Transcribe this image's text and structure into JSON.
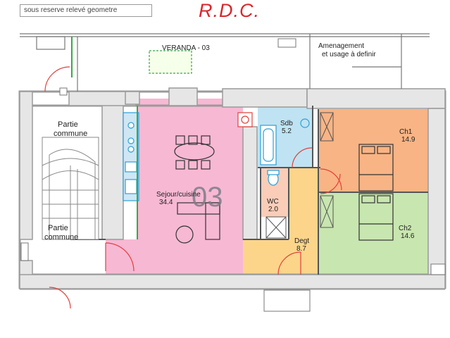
{
  "header": {
    "note": "sous reserve relevé geometre",
    "title": "R.D.C."
  },
  "plan": {
    "unit_number": "03",
    "veranda_label": "VERANDA - 03",
    "amenagement_line1": "Amenagement",
    "amenagement_line2": "et usage à definir",
    "rooms": [
      {
        "id": "partie-commune-top",
        "name_line1": "Partie",
        "name_line2": "commune",
        "color": "#ffffff"
      },
      {
        "id": "partie-commune-bottom",
        "name_line1": "Partie",
        "name_line2": "commune",
        "color": "#ffffff"
      },
      {
        "id": "sejour",
        "name": "Sejour/cuisine",
        "area": "34.4",
        "color": "#f7b8d3"
      },
      {
        "id": "sdb",
        "name": "Sdb",
        "area": "5.2",
        "color": "#bfe3f2"
      },
      {
        "id": "wc",
        "name": "WC",
        "area": "2.0",
        "color": "#f9cdb8"
      },
      {
        "id": "degt",
        "name": "Degt",
        "area": "8.7",
        "color": "#fcd58a"
      },
      {
        "id": "ch1",
        "name": "Ch1",
        "area": "14.9",
        "color": "#f8b485"
      },
      {
        "id": "ch2",
        "name": "Ch2",
        "area": "14.6",
        "color": "#c8e6b0"
      }
    ]
  },
  "colors": {
    "wall": "#9a9a9a",
    "title_red": "#d9262c",
    "door_red": "#e2403a",
    "accent_blue": "#2a9fd8",
    "accent_green": "#3aa64a"
  }
}
